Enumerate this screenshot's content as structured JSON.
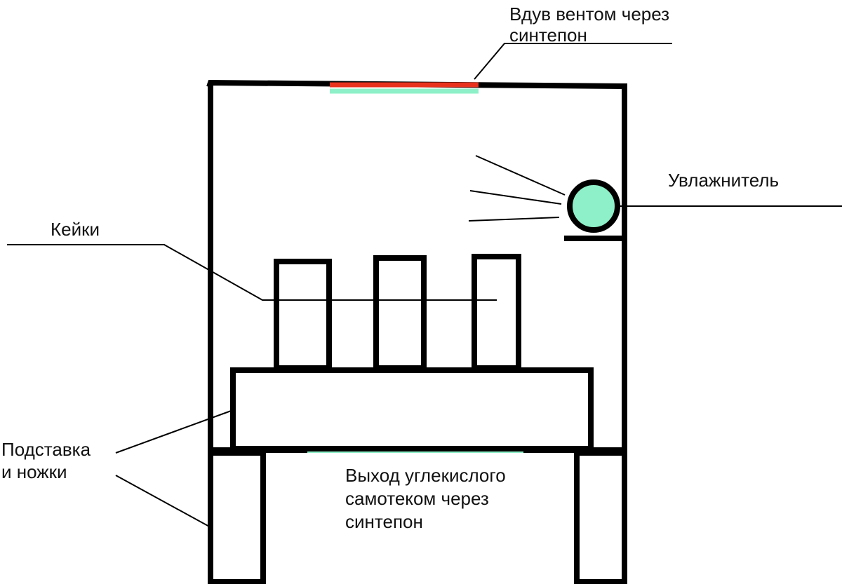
{
  "labels": {
    "inlet_line1": "Вдув вентом через",
    "inlet_line2": "синтепон",
    "humidifier": "Увлажнитель",
    "cakes": "Кейки",
    "stand_line1": "Подставка",
    "stand_line2": "и ножки",
    "outlet_line1": "Выход углекислого",
    "outlet_line2": "самотеком через",
    "outlet_line3": "синтепон"
  },
  "colors": {
    "outline": "#000000",
    "inlet_fan": "#e8321e",
    "filter_padding": "#8ef0c8",
    "humidifier_fill": "#8ef0c8"
  }
}
